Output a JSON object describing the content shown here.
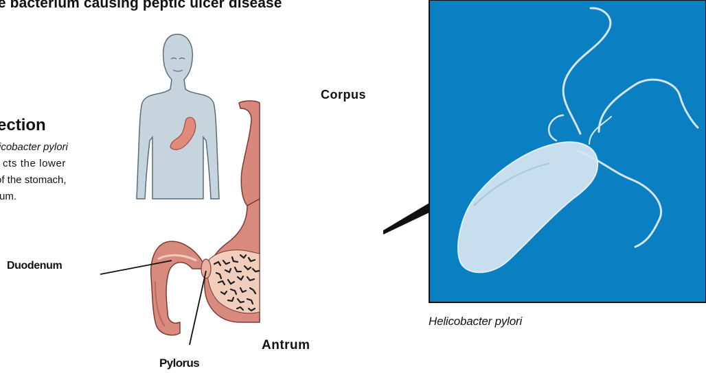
{
  "title": "he bacterium causing peptic ulcer disease",
  "infection": {
    "heading": "ection",
    "lines": [
      "icobacter pylori",
      "cts the lower",
      " of the stomach,",
      "rum."
    ]
  },
  "labels": {
    "corpus": "Corpus",
    "duodenum": "Duodenum",
    "antrum": "Antrum",
    "pylorus": "Pylorus"
  },
  "micrograph": {
    "caption": "Helicobacter pylori"
  },
  "colors": {
    "micrograph_bg": "#0a80c3",
    "bacterium": "#d6e6f2",
    "human": "#c5d4dd",
    "human_outline": "#5b6b77",
    "stomach": "#e08a7c",
    "tissue": "#d7877c"
  }
}
